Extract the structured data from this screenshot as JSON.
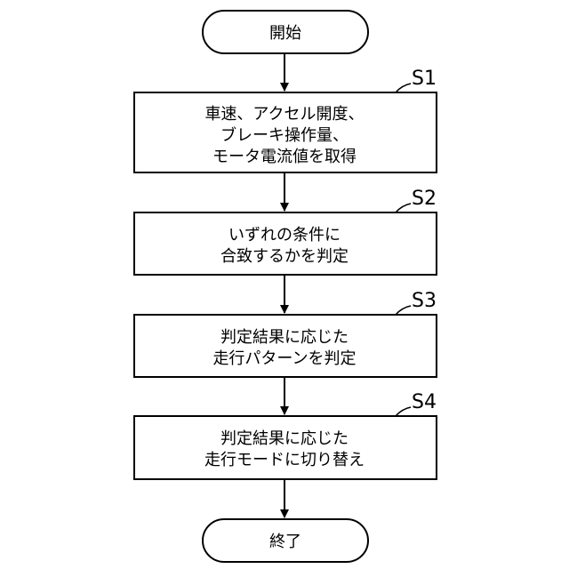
{
  "flowchart": {
    "start": {
      "text": "開始"
    },
    "steps": [
      {
        "id": "S1",
        "lines": [
          "車速、アクセル開度、",
          "ブレーキ操作量、",
          "モータ電流値を取得"
        ]
      },
      {
        "id": "S2",
        "lines": [
          "いずれの条件に",
          "合致するかを判定"
        ]
      },
      {
        "id": "S3",
        "lines": [
          "判定結果に応じた",
          "走行パターンを判定"
        ]
      },
      {
        "id": "S4",
        "lines": [
          "判定結果に応じた",
          "走行モードに切り替え"
        ]
      }
    ],
    "end": {
      "text": "終了"
    }
  }
}
